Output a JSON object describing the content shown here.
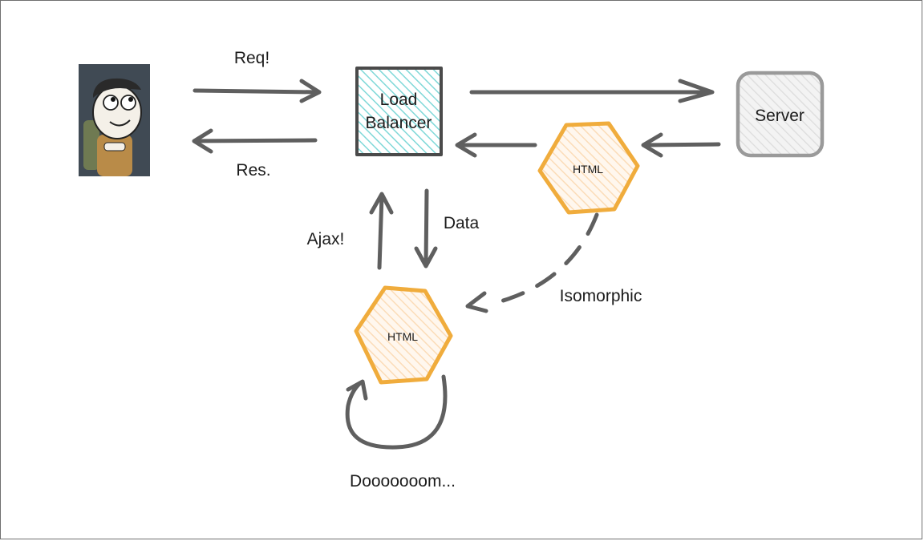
{
  "labels": {
    "req": "Req!",
    "res": "Res.",
    "ajax": "Ajax!",
    "data": "Data",
    "isomorphic": "Isomorphic",
    "loop": "Dooooooom..."
  },
  "nodes": {
    "load_balancer_line1": "Load",
    "load_balancer_line2": "Balancer",
    "server": "Server",
    "html_server": "HTML",
    "html_client": "HTML"
  },
  "colors": {
    "arrow": "#5f5f5f",
    "lb_fill": "#bfeeee",
    "lb_stroke": "#4a4a4a",
    "server_fill": "#e6e6e6",
    "server_stroke": "#9a9a9a",
    "hex_stroke": "#f0ac3c",
    "hex_fill": "#fde8cf"
  }
}
